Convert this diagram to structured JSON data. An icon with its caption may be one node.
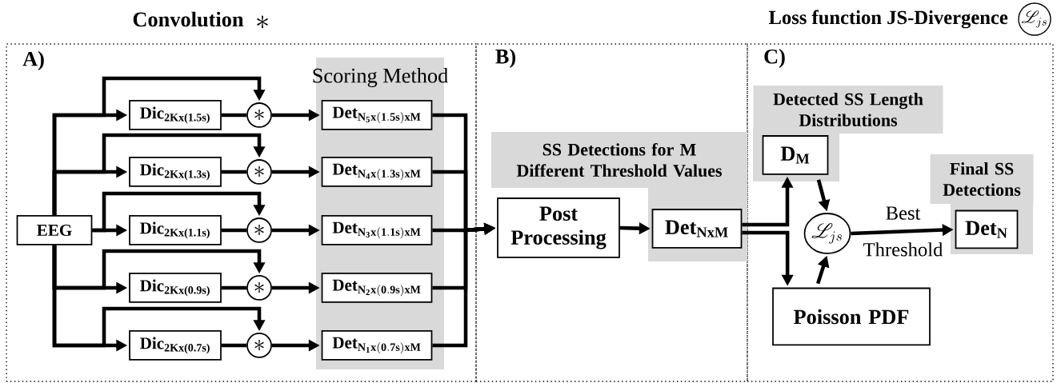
{
  "diagram": {
    "nodes": [
      {
        "text": [
          "A)"
        ]
      },
      {
        "text": [
          "B)"
        ]
      },
      {
        "text": [
          "C)"
        ]
      },
      {
        "text": [
          "EEG"
        ],
        "in": 0
      },
      {
        "text": [
          "Dic$_{2Kx(1.5s)}$"
        ],
        "in": 0
      },
      {
        "text": [
          "Dic$_{2Kx(1.3s)}$"
        ],
        "in": 0
      },
      {
        "text": [
          "Dic$_{2Kx(1.1s)}$"
        ],
        "in": 0
      },
      {
        "text": [
          "Dic$_{2Kx(0.9s)}$"
        ],
        "in": 0
      },
      {
        "text": [
          "Dic$_{2Kx(0.7s)}$"
        ],
        "in": 0
      },
      {
        "text": [
          "\\ast"
        ],
        "in": 0
      },
      {
        "text": [
          "\\ast"
        ],
        "in": 0
      },
      {
        "text": [
          "\\ast"
        ],
        "in": 0
      },
      {
        "text": [
          "\\ast"
        ],
        "in": 0
      },
      {
        "text": [
          "\\ast"
        ],
        "in": 0
      },
      {
        "text": [
          "Scoring Method"
        ],
        "in": 0
      },
      {
        "text": [
          "\\mathbf{Det}_{\\mathbf{N_5x(1.5s)xM}}"
        ],
        "in": 14
      },
      {
        "text": [
          "\\mathbf{Det}_{\\mathbf{N_4x(1.3s)xM}}"
        ],
        "in": 14
      },
      {
        "text": [
          "\\mathbf{Det}_{\\mathbf{N_3x(1.1s)xM}}"
        ],
        "in": 14
      },
      {
        "text": [
          "\\mathbf{Det}_{\\mathbf{N_2x(0.9s)xM}}"
        ],
        "in": 14
      },
      {
        "text": [
          "\\mathbf{Det}_{\\mathbf{N_1x(0.7s)xM}}"
        ],
        "in": 14
      },
      {
        "text": [
          "SS Detections for M Different Threshold Values"
        ],
        "in": 1
      },
      {
        "text": [
          "Post Processing"
        ],
        "in": 20
      },
      {
        "text": [
          "Det$_{NxM}$"
        ],
        "in": 20
      },
      {
        "text": [
          "Detected SS Length Distributions"
        ],
        "in": 2
      },
      {
        "text": [
          "D$_{M}$"
        ],
        "in": 23
      },
      {
        "text": [
          "\\mathscr{L}_{js}"
        ],
        "in": 2
      },
      {
        "text": [
          "Poisson PDF"
        ],
        "in": 2
      },
      {
        "text": [
          "Final SS Detections"
        ],
        "in": 2
      },
      {
        "text": [
          "Det$_{N}$"
        ],
        "in": 27
      }
    ],
    "edges": [
      {
        "from": 3,
        "to": 4,
        "arrow": "to"
      },
      {
        "from": 3,
        "to": 5,
        "arrow": "to"
      },
      {
        "from": 3,
        "to": 6,
        "arrow": "to"
      },
      {
        "from": 3,
        "to": 7,
        "arrow": "to"
      },
      {
        "from": 3,
        "to": 8,
        "arrow": "to"
      },
      {
        "from": 3,
        "to": 9,
        "arrow": "to"
      },
      {
        "from": 3,
        "to": 10,
        "arrow": "to"
      },
      {
        "from": 3,
        "to": 11,
        "arrow": "to"
      },
      {
        "from": 3,
        "to": 12,
        "arrow": "to"
      },
      {
        "from": 3,
        "to": 13,
        "arrow": "to"
      },
      {
        "from": 4,
        "to": 9,
        "arrow": "none"
      },
      {
        "from": 5,
        "to": 10,
        "arrow": "none"
      },
      {
        "from": 6,
        "to": 11,
        "arrow": "none"
      },
      {
        "from": 7,
        "to": 12,
        "arrow": "none"
      },
      {
        "from": 8,
        "to": 13,
        "arrow": "none"
      },
      {
        "from": 9,
        "to": 15,
        "arrow": "to"
      },
      {
        "from": 10,
        "to": 16,
        "arrow": "to"
      },
      {
        "from": 11,
        "to": 17,
        "arrow": "to"
      },
      {
        "from": 12,
        "to": 18,
        "arrow": "to"
      },
      {
        "from": 13,
        "to": 19,
        "arrow": "to"
      },
      {
        "from": 15,
        "to": 21,
        "arrow": "to"
      },
      {
        "from": 16,
        "to": 21,
        "arrow": "to"
      },
      {
        "from": 17,
        "to": 21,
        "arrow": "to"
      },
      {
        "from": 18,
        "to": 21,
        "arrow": "to"
      },
      {
        "from": 19,
        "to": 21,
        "arrow": "to"
      },
      {
        "from": 21,
        "to": 22,
        "arrow": "to"
      },
      {
        "from": 22,
        "to": 24,
        "arrow": "to"
      },
      {
        "from": 22,
        "to": 26,
        "arrow": "to"
      },
      {
        "from": 24,
        "to": 25,
        "arrow": "to"
      },
      {
        "from": 26,
        "to": 25,
        "arrow": "to"
      },
      {
        "from": 25,
        "to": 28,
        "label": "Best Threshold",
        "arrow": "to"
      }
    ],
    "labels": [
      "\\ast",
      "\\mathscr{L}_{js}"
    ],
    "legend": [
      {
        "text": "Convolution"
      },
      {
        "text": "Loss function JS-Divergence"
      }
    ]
  }
}
